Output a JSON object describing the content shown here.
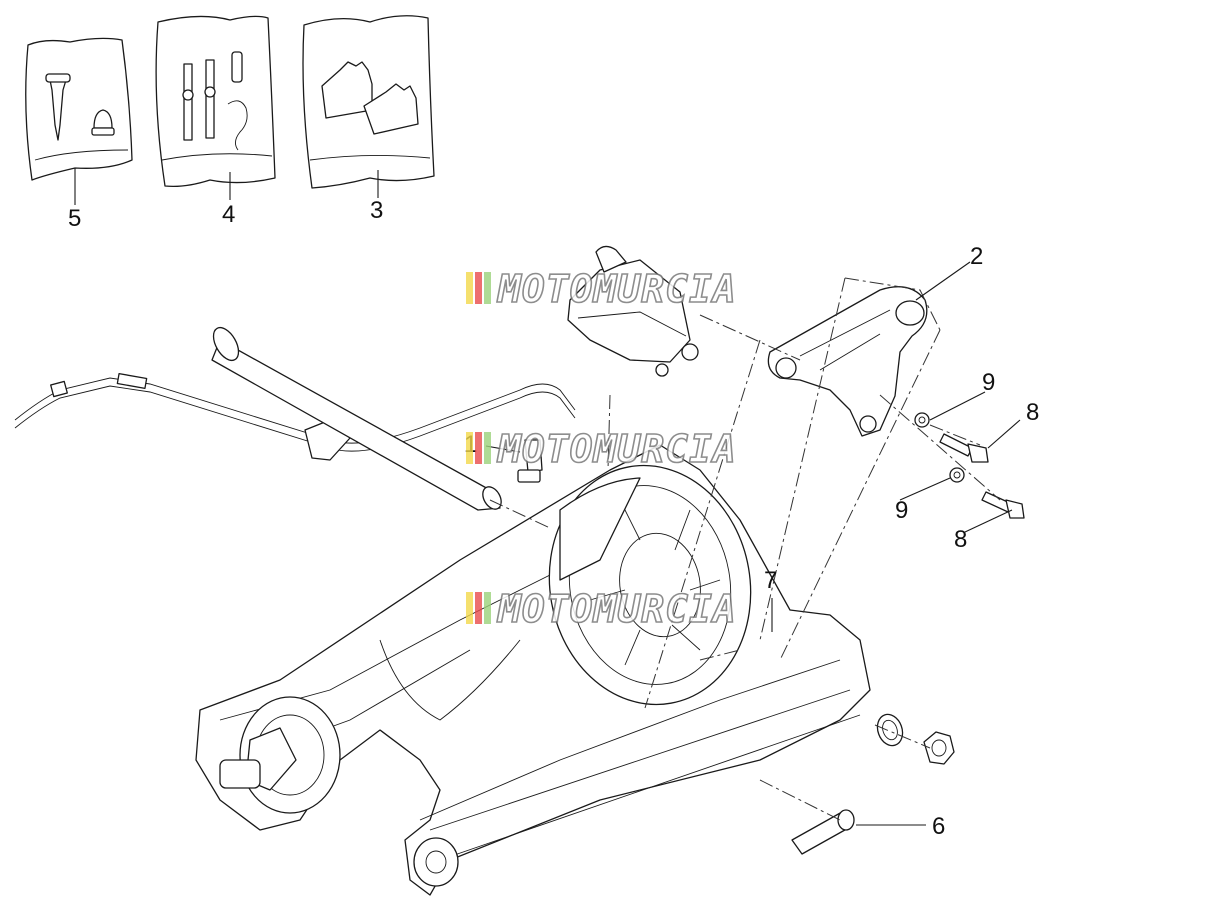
{
  "watermark": {
    "text": "MOTOMURCIA",
    "stripe_colors": [
      "#f2d84a",
      "#e94b4b",
      "#9bd27a"
    ]
  },
  "callouts": {
    "c1": "1",
    "c2": "2",
    "c3": "3",
    "c4": "4",
    "c5": "5",
    "c6": "6",
    "c7": "7",
    "c8a": "8",
    "c8b": "8",
    "c9a": "9",
    "c9b": "9"
  },
  "colors": {
    "line": "#1a1a1a",
    "background": "#ffffff"
  }
}
